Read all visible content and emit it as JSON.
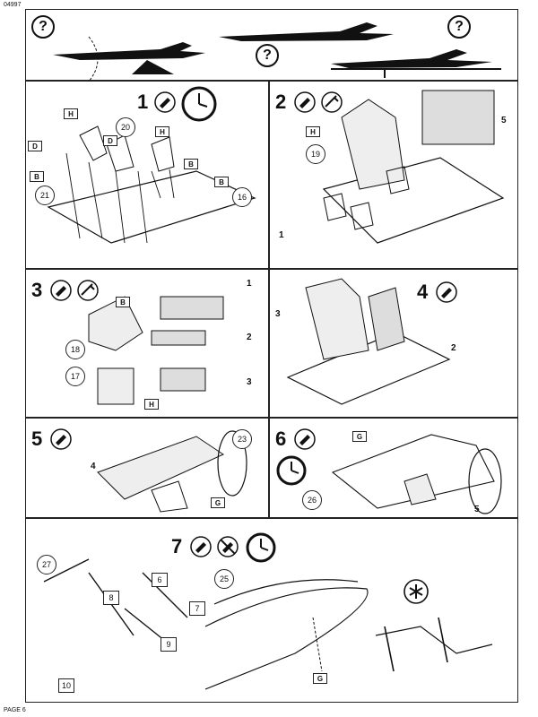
{
  "header": {
    "code": "04997",
    "footer": "PAGE 6"
  },
  "top_panel": {
    "question_mark": "?"
  },
  "steps": [
    {
      "number": "1",
      "parts": [
        "20",
        "16",
        "21"
      ],
      "tags": [
        "H",
        "D",
        "D",
        "H",
        "B",
        "B",
        "B"
      ]
    },
    {
      "number": "2",
      "parts": [
        "19",
        "5"
      ],
      "plain_parts": [
        "1"
      ],
      "tags": [
        "H"
      ]
    },
    {
      "number": "3",
      "parts": [
        "18",
        "17"
      ],
      "plain_parts": [
        "1",
        "2",
        "3"
      ],
      "tags": [
        "B",
        "H"
      ]
    },
    {
      "number": "4",
      "plain_parts": [
        "3",
        "2"
      ]
    },
    {
      "number": "5",
      "parts": [
        "23"
      ],
      "plain_parts": [
        "4"
      ],
      "tags": [
        "G"
      ]
    },
    {
      "number": "6",
      "parts": [
        "26"
      ],
      "plain_parts": [
        "5"
      ],
      "tags": [
        "G"
      ]
    },
    {
      "number": "7",
      "parts": [
        "27",
        "25"
      ],
      "box_parts": [
        "6",
        "8",
        "7",
        "9",
        "10"
      ],
      "tags": [
        "G"
      ]
    }
  ],
  "icons": {
    "glue": "glue-tube-icon",
    "paint": "paint-brush-icon",
    "clock": "drying-clock-icon",
    "no_glue": "no-glue-icon",
    "asterisk": "detail-asterisk-icon",
    "question": "question-mark-icon"
  }
}
